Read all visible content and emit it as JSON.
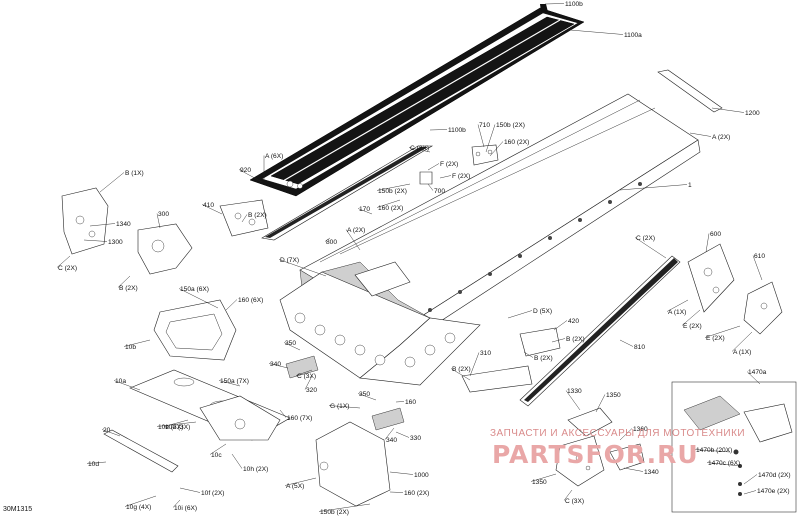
{
  "figure_ref": "30M1315",
  "watermark": {
    "line1": "ЗАПЧАСТИ И АКСЕССУАРЫ ДЛЯ МОТОТЕХНИКИ",
    "logo": "PARTSFOR.RU"
  },
  "callouts": [
    "1100b",
    "1100a",
    "1200",
    "A (2X)",
    "1",
    "710",
    "150b (2X)",
    "160 (2X)",
    "1100b",
    "C (2X)",
    "F (2X)",
    "F (2X)",
    "700",
    "150b (2X)",
    "160 (2X)",
    "A (6X)",
    "920",
    "B (1X)",
    "1340",
    "1300",
    "C (2X)",
    "300",
    "B (2X)",
    "410",
    "B (2X)",
    "170",
    "A (2X)",
    "800",
    "D (7X)",
    "C (2X)",
    "600",
    "610",
    "A (1X)",
    "E (2X)",
    "E (2X)",
    "A (1X)",
    "150a (6X)",
    "160 (6X)",
    "10b",
    "D (5X)",
    "420",
    "B (2X)",
    "B (2X)",
    "350",
    "310",
    "810",
    "B (2X)",
    "340",
    "C (3X)",
    "320",
    "150a (7X)",
    "160 (7X)",
    "10a",
    "1470a",
    "1330",
    "1350",
    "350",
    "160",
    "G (1X)",
    "10e (3X)",
    "20",
    "10d",
    "10c",
    "10e (3X)",
    "10h (2X)",
    "330",
    "340",
    "1360",
    "1470b (20X)",
    "1470c (6X)",
    "1470d (2X)",
    "1470e (2X)",
    "1000",
    "A (5X)",
    "160 (2X)",
    "150b (2X)",
    "10f (2X)",
    "10g (4X)",
    "10i (6X)",
    "1340",
    "1350",
    "C (3X)"
  ]
}
